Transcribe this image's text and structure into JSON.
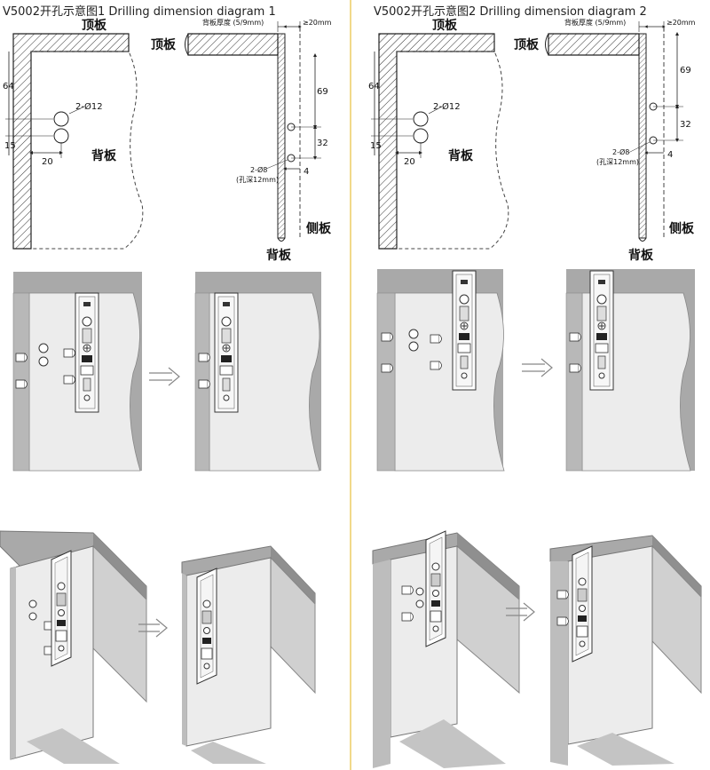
{
  "diagrams": [
    {
      "title": "V5002开孔示意图1 Drilling dimension diagram 1",
      "top_panel_label": "顶板",
      "back_panel_label": "背板",
      "side_panel_label": "侧板",
      "dim_64": "64",
      "dim_15": "15",
      "dim_20": "20",
      "hole_12": "2-Ø12",
      "back_thickness": "背板厚度 (5/9mm)",
      "dim_ge20": "≥20mm",
      "dim_69": "69",
      "dim_32": "32",
      "dim_4": "4",
      "hole_8": "2-Ø8",
      "hole_depth": "(孔深12mm)"
    },
    {
      "title": "V5002开孔示意图2 Drilling dimension diagram 2",
      "top_panel_label": "顶板",
      "back_panel_label": "背板",
      "side_panel_label": "侧板",
      "dim_64": "64",
      "dim_15": "15",
      "dim_20": "20",
      "hole_12": "2-Ø12",
      "back_thickness": "背板厚度 (5/9mm)",
      "dim_ge20": "≥20mm",
      "dim_69": "69",
      "dim_32": "32",
      "dim_4": "4",
      "hole_8": "2-Ø8",
      "hole_depth": "(孔深12mm)"
    }
  ],
  "colors": {
    "panel_dark": "#a9a9a9",
    "panel_light": "#ececec",
    "panel_mid": "#d0d0d0",
    "divider": "#f1d98a"
  }
}
